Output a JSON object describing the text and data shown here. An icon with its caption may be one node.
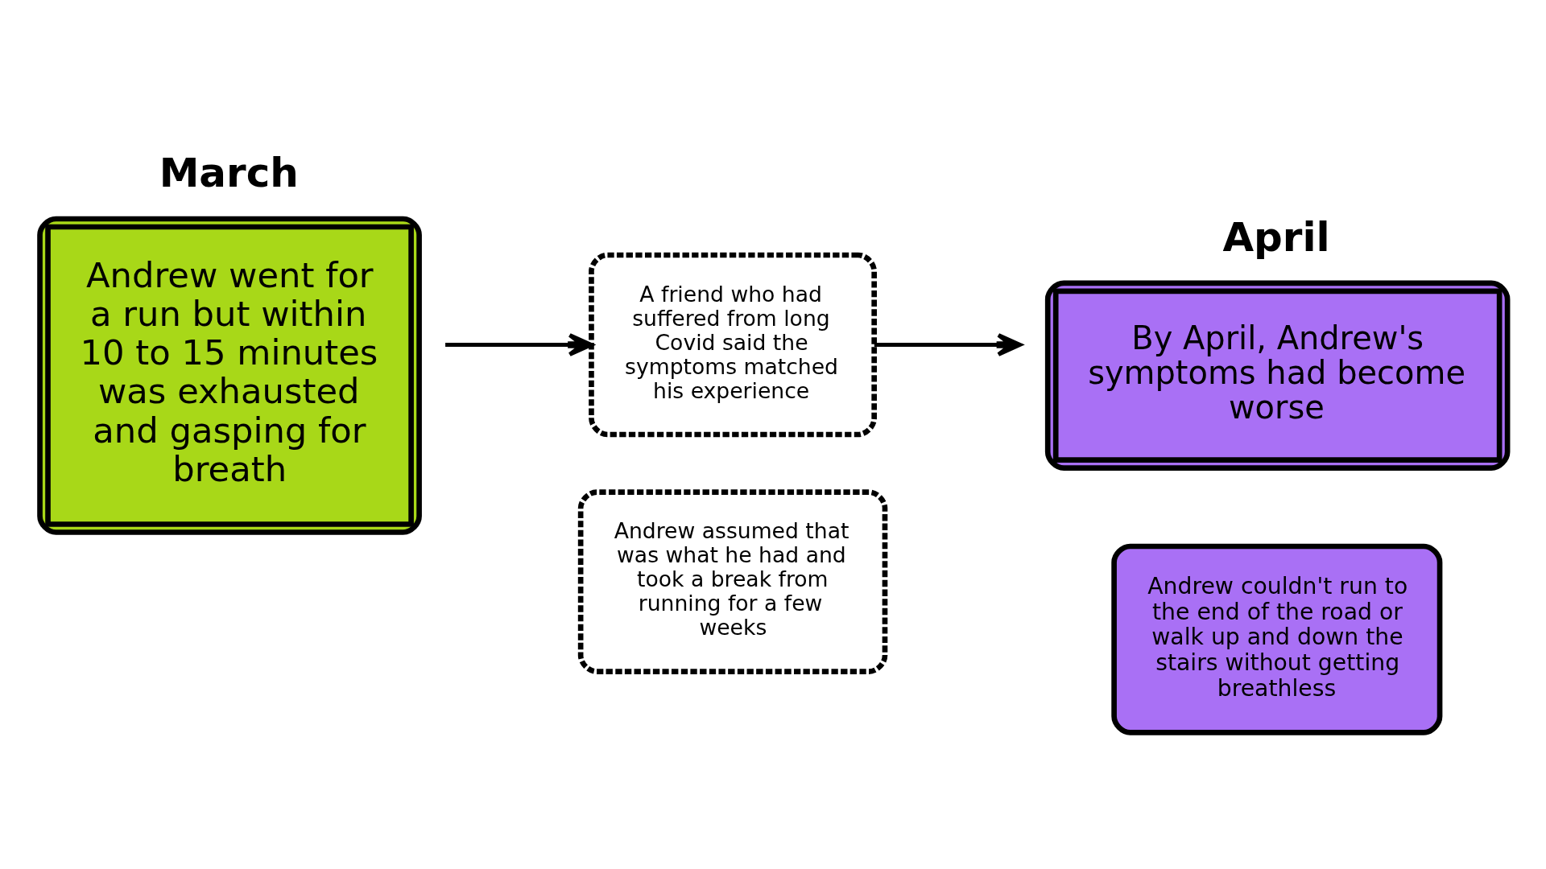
{
  "diagram": {
    "nodes": [
      {
        "text": [
          "March",
          "Andrew went for a run but within 10 to 15 minutes was exhausted and gasping for breath"
        ]
      },
      {
        "text": [
          "A friend who had suffered from long Covid said the symptoms matched his experience"
        ]
      },
      {
        "text": [
          "Andrew assumed that was what he had and took a break from running for a few weeks"
        ]
      },
      {
        "text": [
          "April",
          "By April, Andrew's symptoms had become worse"
        ]
      },
      {
        "text": [
          "Andrew couldn't run to the end of the road or walk up and down the stairs without getting breathless"
        ]
      }
    ],
    "edges": [
      {
        "from": 0,
        "to": 1,
        "arrow": "to"
      },
      {
        "from": 1,
        "to": 3,
        "arrow": "to"
      }
    ]
  }
}
